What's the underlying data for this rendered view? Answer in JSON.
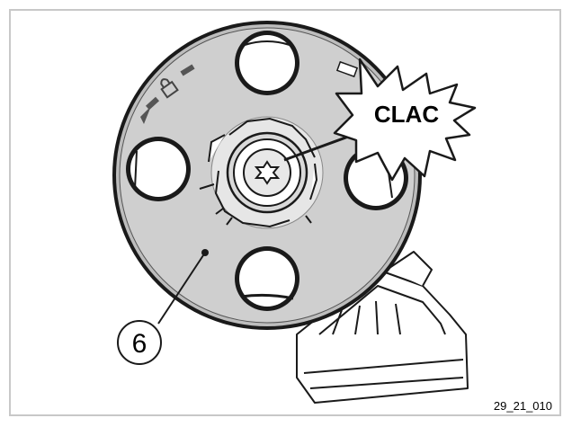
{
  "figure": {
    "callout_text": "CLAC",
    "part_number": "6",
    "figure_code": "29_21_010"
  },
  "colors": {
    "disc_fill": "#cfcfcf",
    "disc_stroke": "#1a1a1a",
    "frame_border": "#c8c8c8"
  },
  "icons": [
    "lock-icon",
    "rotation-arrow-icon",
    "torx-screw-icon"
  ]
}
